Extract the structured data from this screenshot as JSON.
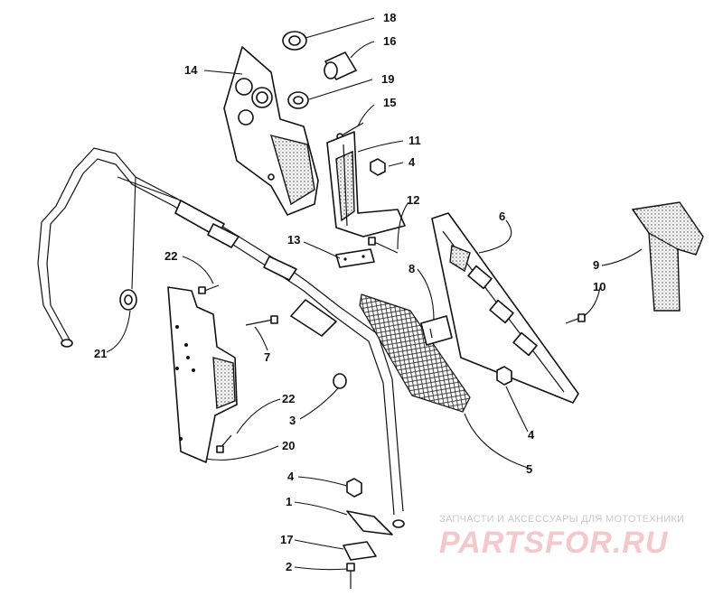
{
  "callouts": {
    "c18": "18",
    "c16": "16",
    "c14": "14",
    "c19": "19",
    "c15": "15",
    "c11": "11",
    "c4a": "4",
    "c12": "12",
    "c6": "6",
    "c13": "13",
    "c22a": "22",
    "c8": "8",
    "c9": "9",
    "c10": "10",
    "c21": "21",
    "c7": "7",
    "c4b": "4",
    "c3": "3",
    "c22b": "22",
    "c5": "5",
    "c20": "20",
    "c4c": "4",
    "c1": "1",
    "c17": "17",
    "c2": "2"
  },
  "watermark": {
    "tagline": "ЗАПЧАСТИ И АКСЕССУАРЫ ДЛЯ МОТОТЕХНИКИ",
    "brand": "PARTSFOR.RU",
    "brand_color": "#f3c9cc"
  }
}
